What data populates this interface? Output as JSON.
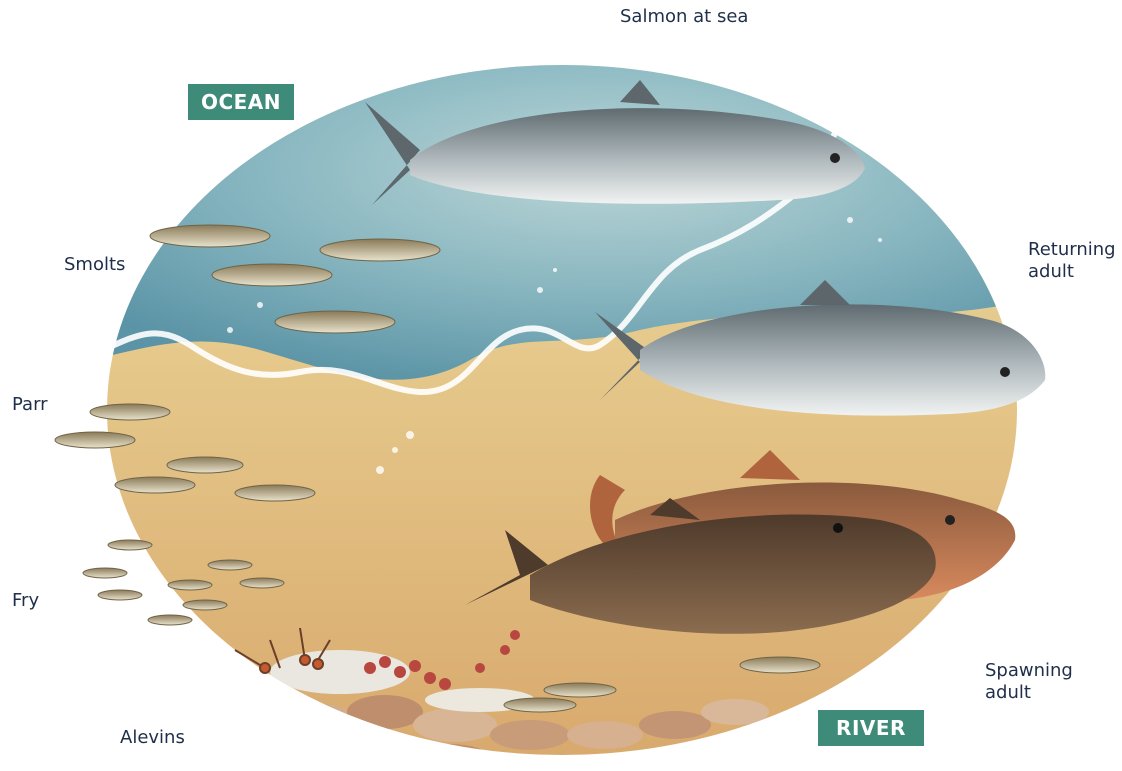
{
  "zones": {
    "ocean": "OCEAN",
    "river": "RIVER"
  },
  "stages": {
    "salmon_at_sea": "Salmon at sea",
    "returning_adult": "Returning\nadult",
    "smolts": "Smolts",
    "parr": "Parr",
    "fry": "Fry",
    "alevins": "Alevins",
    "spawning_adult": "Spawning\nadult"
  },
  "colors": {
    "badge": "#3d8b78",
    "label_text": "#1f2f4a",
    "ocean_water": "#6fa9bd",
    "river_water": "#e0c089",
    "gravel": "#c89d7e"
  }
}
